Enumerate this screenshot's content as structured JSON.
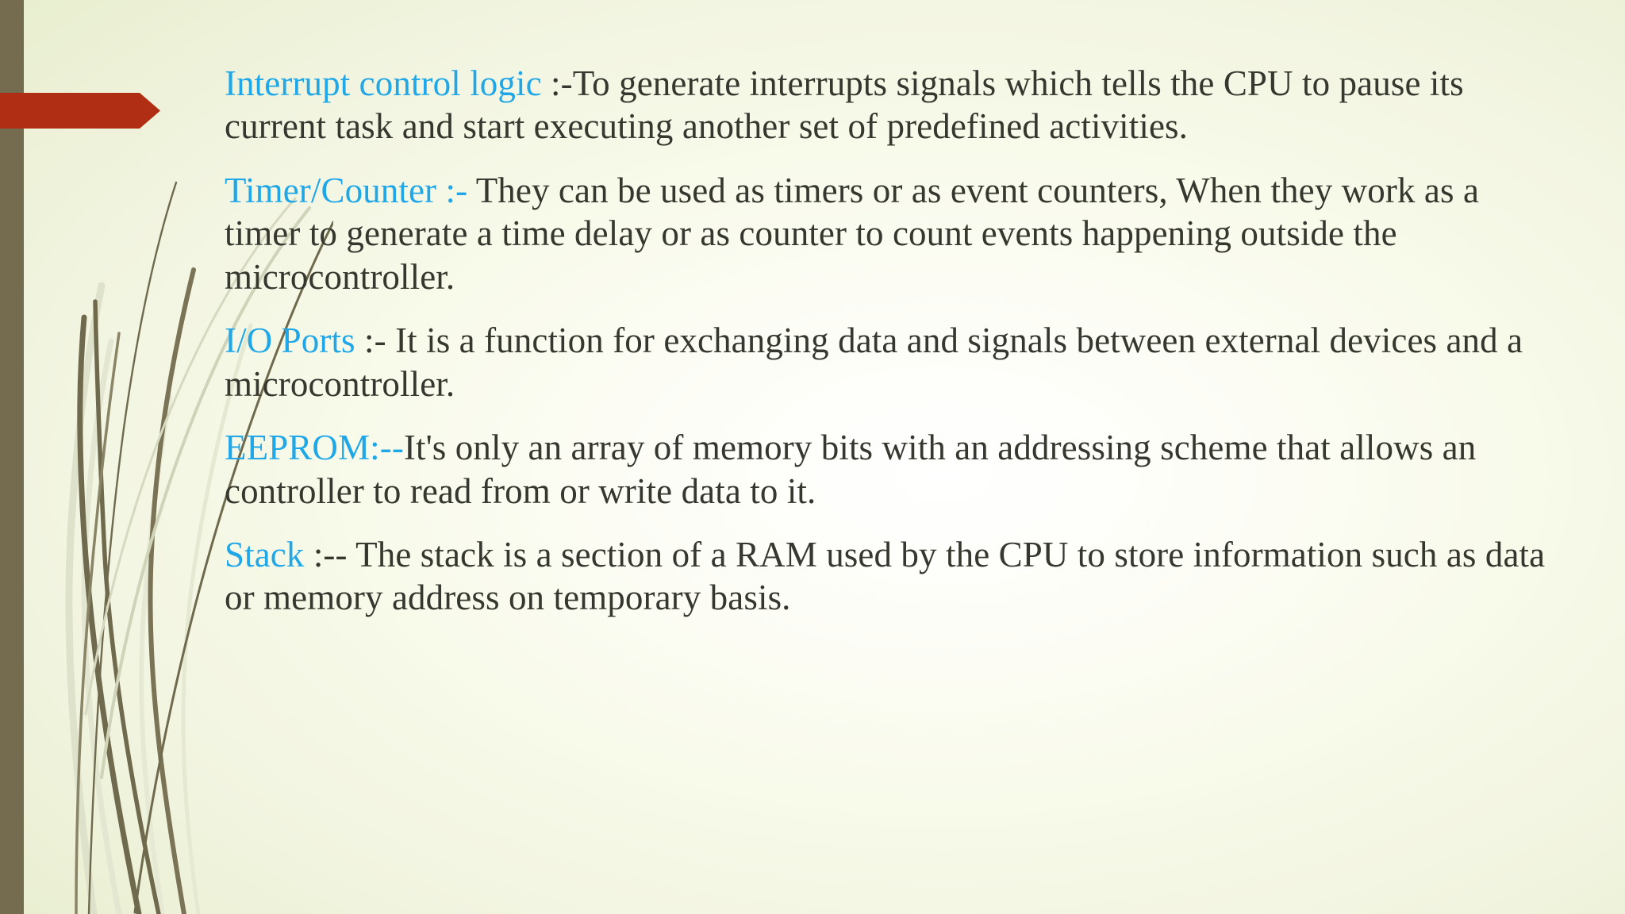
{
  "slide": {
    "theme": {
      "background_light": "#ffffff",
      "background_edge": "#e2e9c6",
      "left_bar_color": "#756b4f",
      "arrow_color": "#b02e13",
      "highlight_color": "#20a7e8",
      "body_text_color": "#36382f",
      "grass_dark": "#6f6a4d",
      "grass_light": "#dfe2ca"
    },
    "paragraphs": [
      {
        "id": "interrupt-control-logic",
        "heading": "Interrupt control logic",
        "separator": " :-",
        "separator_highlighted": false,
        "body": "To generate interrupts signals which tells the CPU to pause its current task and start executing another set of predefined activities."
      },
      {
        "id": "timer-counter",
        "heading": "Timer/Counter :-",
        "separator": "",
        "separator_highlighted": true,
        "body": " They can be used as timers or as event counters, When they work as a timer to generate a time delay or as counter to count events happening outside the microcontroller."
      },
      {
        "id": "io-ports",
        "heading": "I/O Ports",
        "separator": " :-",
        "separator_highlighted": false,
        "body": " It is a function for exchanging data and signals between external devices and a microcontroller."
      },
      {
        "id": "eeprom",
        "heading": "EEPROM:--",
        "separator": "",
        "separator_highlighted": true,
        "body": "It's only an array of memory bits with an addressing scheme that allows an controller to read from or write data to it."
      },
      {
        "id": "stack",
        "heading": "Stack",
        "separator": " :--",
        "separator_highlighted": false,
        "body": " The stack is a section of a RAM used by the CPU to store information such as data or memory address on temporary basis."
      }
    ]
  }
}
